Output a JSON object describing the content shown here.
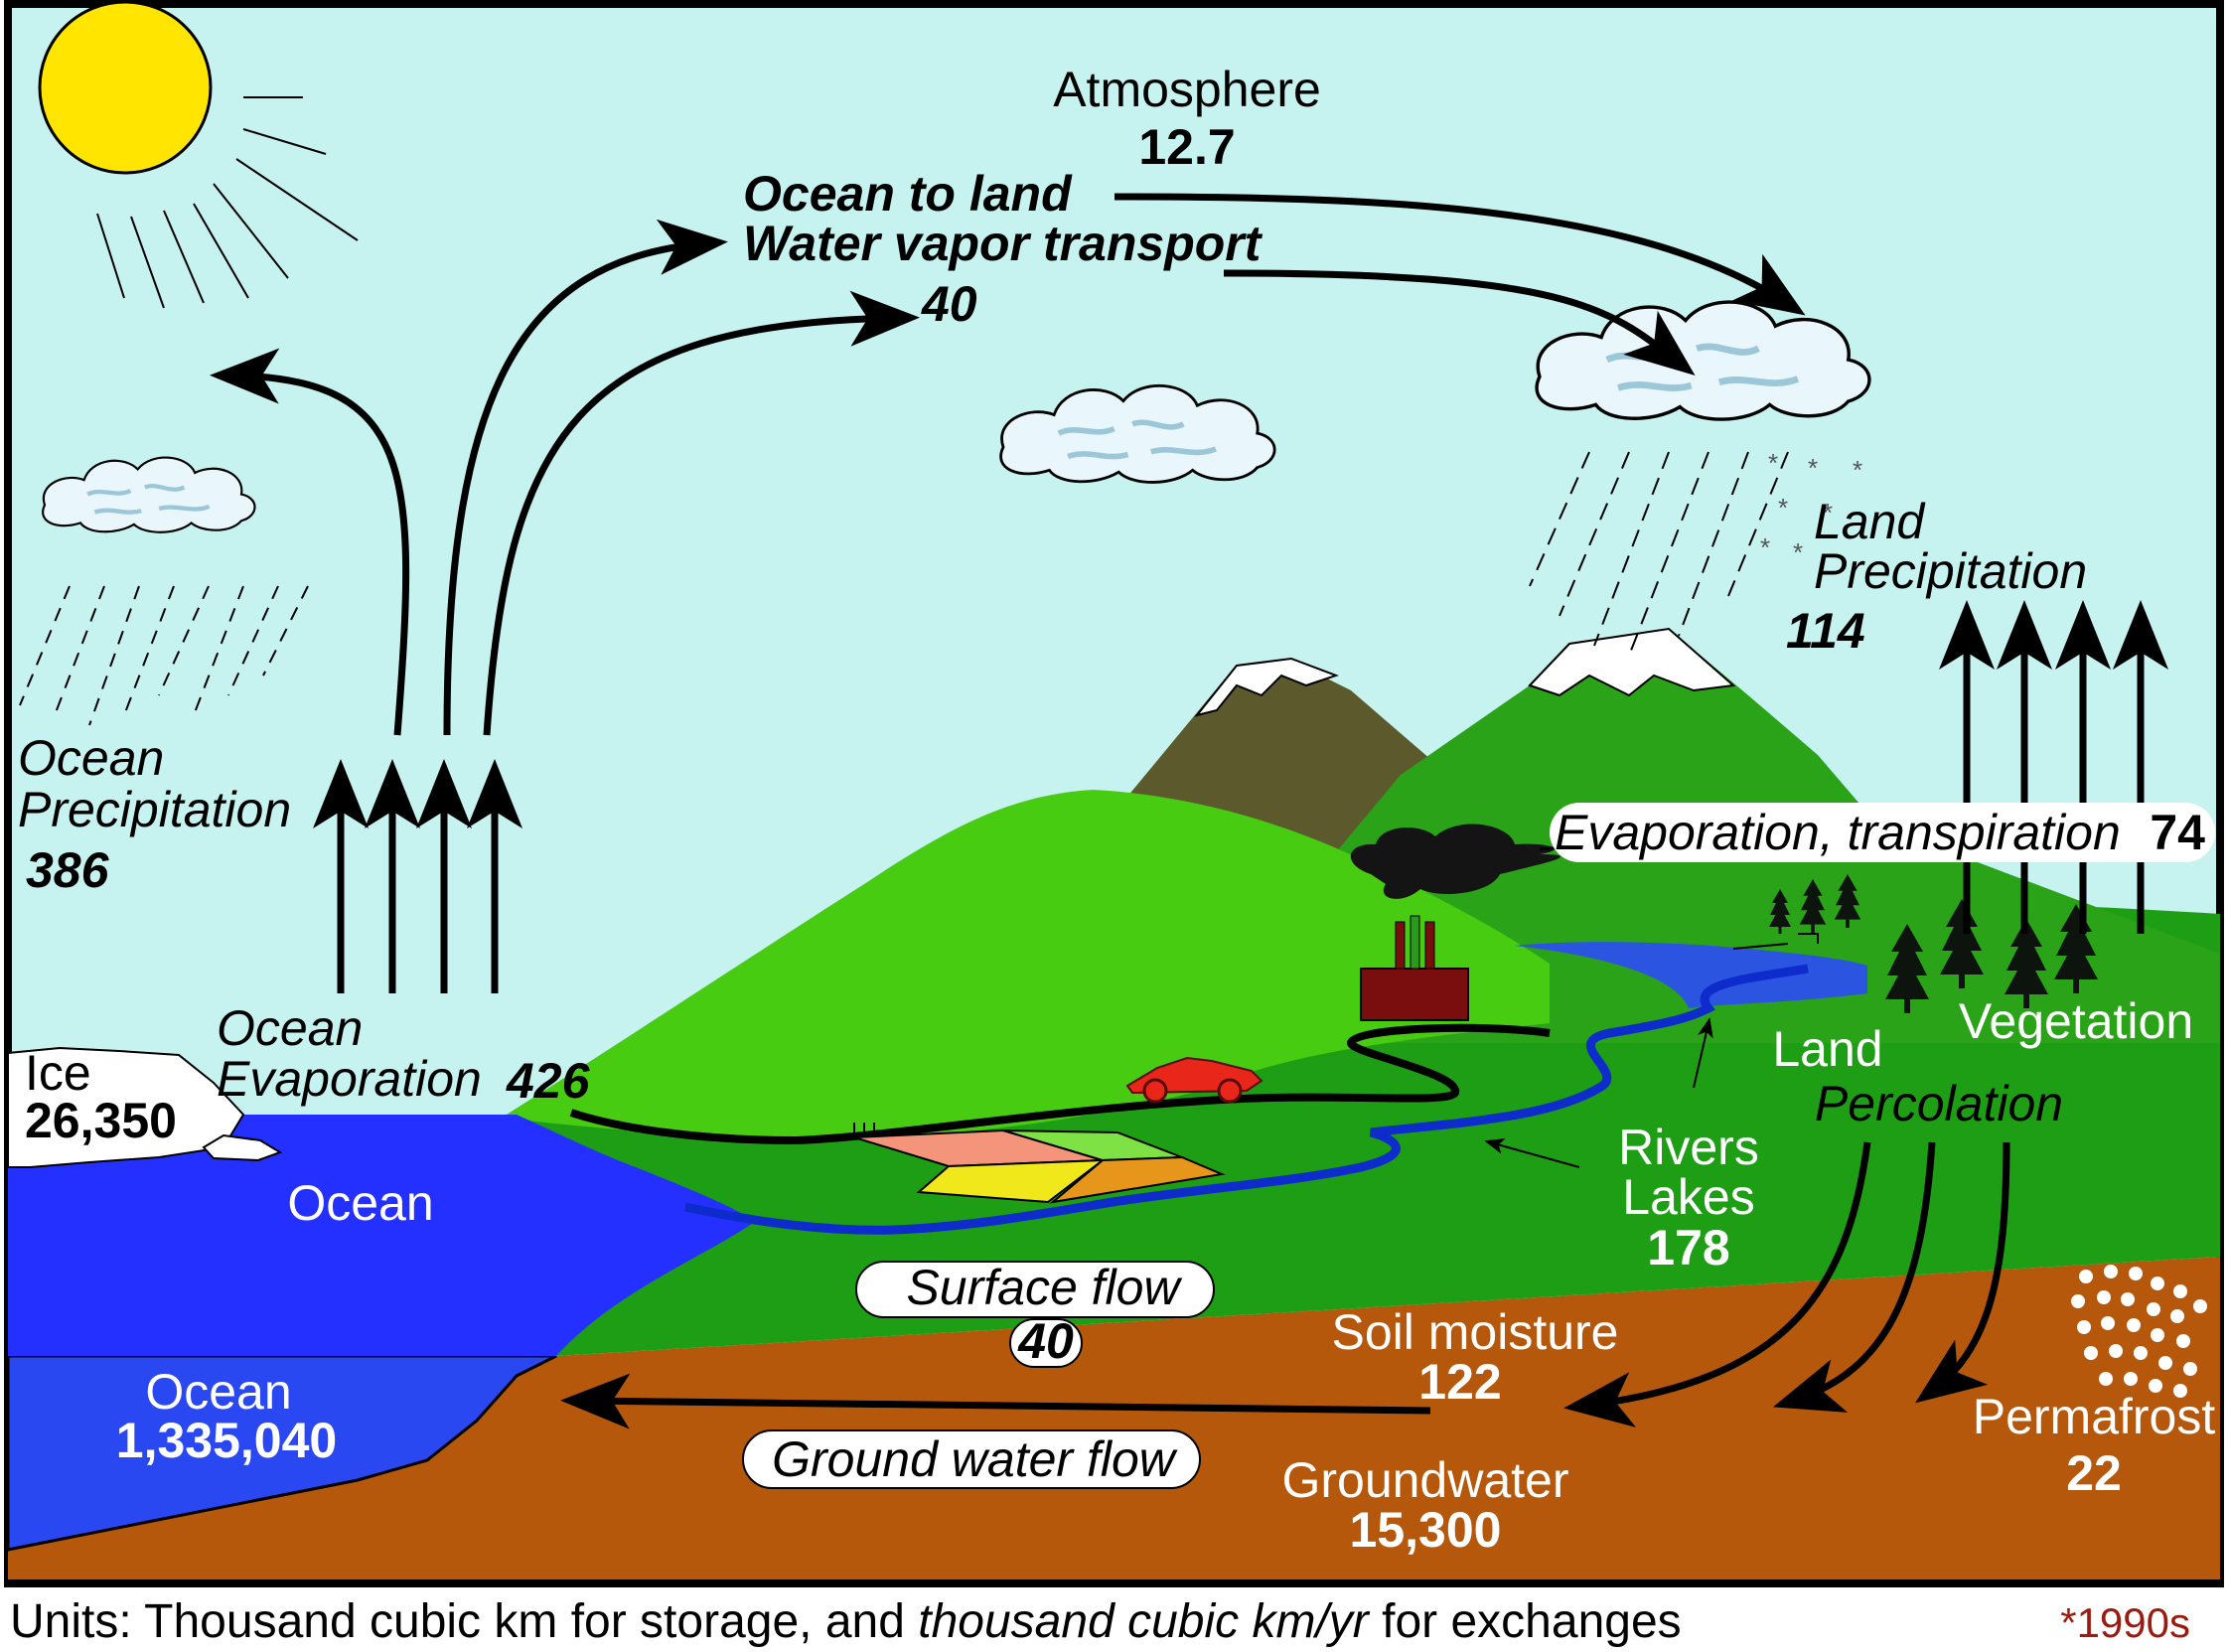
{
  "labels": {
    "atmosphere": "Atmosphere",
    "atmosphere_value": "12.7",
    "transport_line1": "Ocean to land",
    "transport_line2": "Water vapor transport",
    "transport_value": "40",
    "land_precip_line1": "Land",
    "land_precip_line2": "Precipitation",
    "land_precip_value": "114",
    "ocean_precip_line1": "Ocean",
    "ocean_precip_line2": "Precipitation",
    "ocean_precip_value": "386",
    "evapotranspiration": "Evaporation, transpiration",
    "evapotranspiration_value": "74",
    "ocean_evap_line1": "Ocean",
    "ocean_evap_line2": "Evaporation",
    "ocean_evap_value": "426",
    "ice": "Ice",
    "ice_value": "26,350",
    "ocean_surface": "Ocean",
    "vegetation": "Vegetation",
    "land": "Land",
    "percolation": "Percolation",
    "rivers_line1": "Rivers",
    "rivers_line2": "Lakes",
    "rivers_value": "178",
    "surface_flow": "Surface flow",
    "surface_flow_value": "40",
    "soil_moisture": "Soil moisture",
    "soil_moisture_value": "122",
    "permafrost": "Permafrost",
    "permafrost_value": "22",
    "ocean_storage": "Ocean",
    "ocean_storage_value": "1,335,040",
    "ground_water_flow": "Ground water flow",
    "groundwater": "Groundwater",
    "groundwater_value": "15,300"
  },
  "footer": {
    "units_prefix": "Units: Thousand cubic km for storage, and ",
    "units_italic": "thousand cubic km/yr",
    "units_suffix": " for exchanges",
    "era": "*1990s"
  },
  "colors": {
    "sky": "#c6f2ef",
    "ocean": "#2430ff",
    "deep_ocean": "#2a48f2",
    "land_green": "#1e9e14",
    "hill_green": "#47cc12",
    "soil": "#b5580c",
    "mountain": "#5c5a2c",
    "sun": "#ffe500",
    "river": "#0e2ccc",
    "factory": "#7a0d0d",
    "car": "#e8261a"
  },
  "icons": [
    "sun-icon",
    "cloud-icon",
    "mountain-icon",
    "factory-icon",
    "car-icon",
    "tree-icon",
    "field-icon",
    "ice-icon"
  ]
}
